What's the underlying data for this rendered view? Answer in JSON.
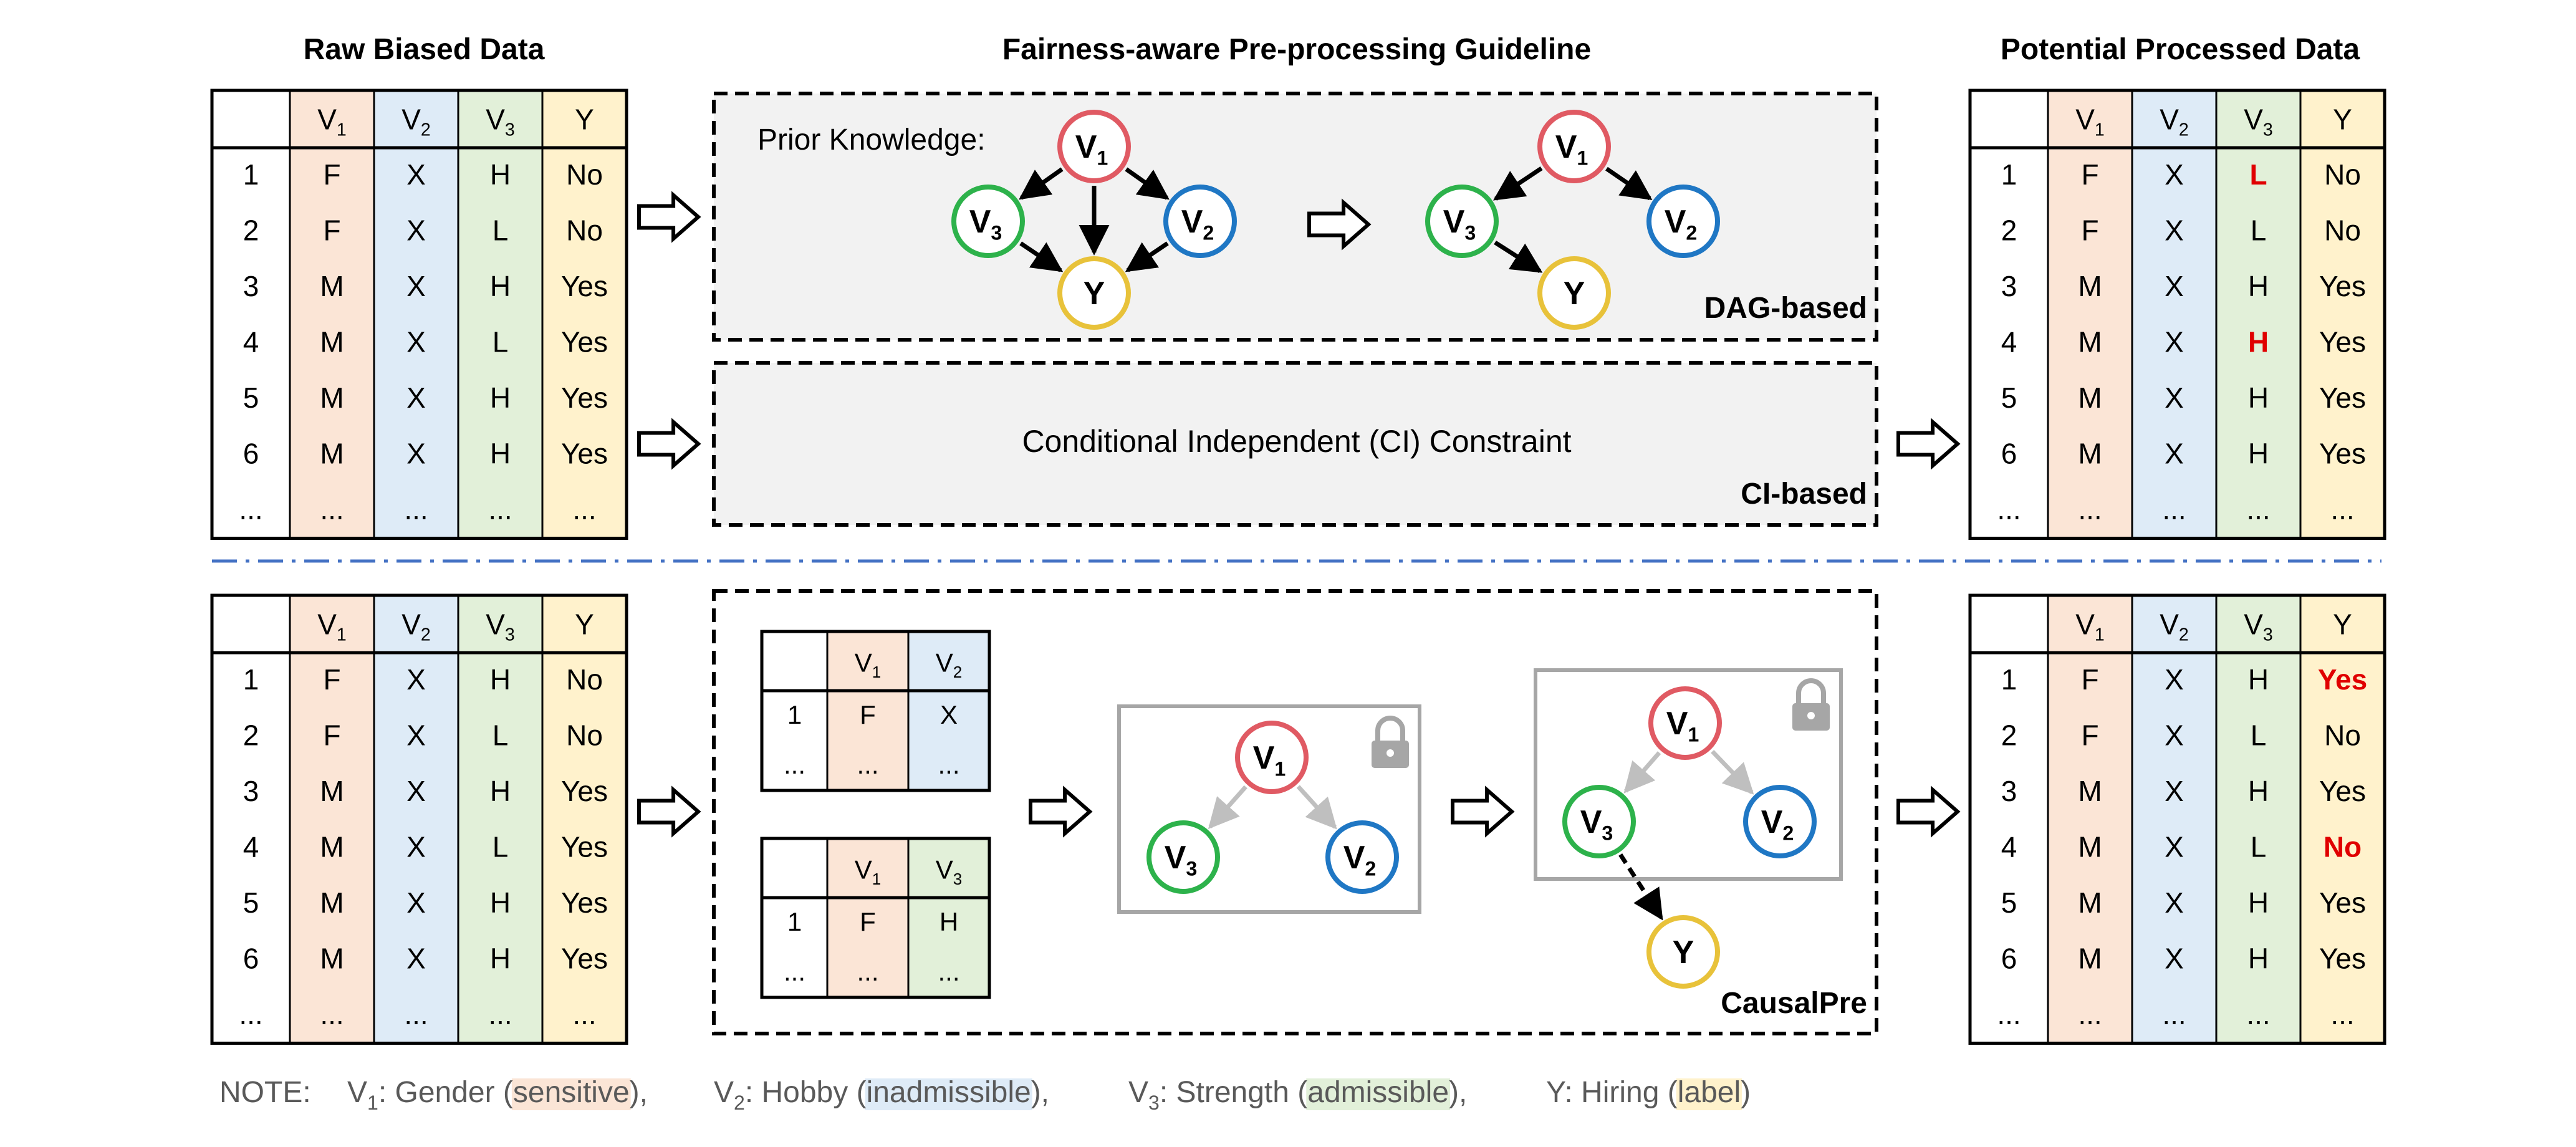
{
  "titles": {
    "left": "Raw Biased Data",
    "middle": "Fairness-aware Pre-processing Guideline",
    "right": "Potential Processed Data"
  },
  "colors": {
    "sensitive": "#FBE5D6",
    "inadmissible": "#DEEBF7",
    "admissible": "#E2F0D9",
    "label": "#FFF2CC",
    "node_v1": "#E05A63",
    "node_v2": "#1F77C4",
    "node_v3": "#2DB24B",
    "node_y": "#E8C23A",
    "highlight": "#E00000",
    "divider": "#4472C4",
    "box_fill": "#F2F2F2",
    "gray_edge": "#BFBFBF",
    "gray_frame": "#A6A6A6"
  },
  "columns": [
    {
      "main": "V",
      "sub": "1"
    },
    {
      "main": "V",
      "sub": "2"
    },
    {
      "main": "V",
      "sub": "3"
    },
    {
      "main": "Y",
      "sub": ""
    }
  ],
  "tables": {
    "raw_top": {
      "rows": [
        [
          "1",
          "F",
          "X",
          "H",
          "No"
        ],
        [
          "2",
          "F",
          "X",
          "L",
          "No"
        ],
        [
          "3",
          "M",
          "X",
          "H",
          "Yes"
        ],
        [
          "4",
          "M",
          "X",
          "L",
          "Yes"
        ],
        [
          "5",
          "M",
          "X",
          "H",
          "Yes"
        ],
        [
          "6",
          "M",
          "X",
          "H",
          "Yes"
        ],
        [
          "...",
          "...",
          "...",
          "...",
          "..."
        ]
      ]
    },
    "processed_top": {
      "rows": [
        [
          "1",
          "F",
          "X",
          "L",
          "No"
        ],
        [
          "2",
          "F",
          "X",
          "L",
          "No"
        ],
        [
          "3",
          "M",
          "X",
          "H",
          "Yes"
        ],
        [
          "4",
          "M",
          "X",
          "H",
          "Yes"
        ],
        [
          "5",
          "M",
          "X",
          "H",
          "Yes"
        ],
        [
          "6",
          "M",
          "X",
          "H",
          "Yes"
        ],
        [
          "...",
          "...",
          "...",
          "...",
          "..."
        ]
      ],
      "highlights": [
        [
          0,
          3
        ],
        [
          3,
          3
        ]
      ]
    },
    "raw_bottom": {
      "rows": [
        [
          "1",
          "F",
          "X",
          "H",
          "No"
        ],
        [
          "2",
          "F",
          "X",
          "L",
          "No"
        ],
        [
          "3",
          "M",
          "X",
          "H",
          "Yes"
        ],
        [
          "4",
          "M",
          "X",
          "L",
          "Yes"
        ],
        [
          "5",
          "M",
          "X",
          "H",
          "Yes"
        ],
        [
          "6",
          "M",
          "X",
          "H",
          "Yes"
        ],
        [
          "...",
          "...",
          "...",
          "...",
          "..."
        ]
      ]
    },
    "processed_bottom": {
      "rows": [
        [
          "1",
          "F",
          "X",
          "H",
          "Yes"
        ],
        [
          "2",
          "F",
          "X",
          "L",
          "No"
        ],
        [
          "3",
          "M",
          "X",
          "H",
          "Yes"
        ],
        [
          "4",
          "M",
          "X",
          "L",
          "No"
        ],
        [
          "5",
          "M",
          "X",
          "H",
          "Yes"
        ],
        [
          "6",
          "M",
          "X",
          "H",
          "Yes"
        ],
        [
          "...",
          "...",
          "...",
          "...",
          "..."
        ]
      ],
      "highlights": [
        [
          0,
          4
        ],
        [
          3,
          4
        ]
      ]
    },
    "mini_v1v2": {
      "columns": [
        {
          "main": "V",
          "sub": "1"
        },
        {
          "main": "V",
          "sub": "2"
        }
      ],
      "rows": [
        [
          "1",
          "F",
          "X"
        ],
        [
          "...",
          "...",
          "..."
        ]
      ]
    },
    "mini_v1v3": {
      "columns": [
        {
          "main": "V",
          "sub": "1"
        },
        {
          "main": "V",
          "sub": "3"
        }
      ],
      "rows": [
        [
          "1",
          "F",
          "H"
        ],
        [
          "...",
          "...",
          "..."
        ]
      ]
    }
  },
  "nodes": {
    "v1": {
      "main": "V",
      "sub": "1"
    },
    "v2": {
      "main": "V",
      "sub": "2"
    },
    "v3": {
      "main": "V",
      "sub": "3"
    },
    "y": {
      "main": "Y",
      "sub": ""
    }
  },
  "panels": {
    "dag": {
      "prior_knowledge": "Prior Knowledge:",
      "label": "DAG-based"
    },
    "ci": {
      "text": "Conditional Independent (CI) Constraint",
      "label": "CI-based"
    },
    "causal": {
      "label": "CausalPre"
    }
  },
  "note": {
    "prefix": "NOTE:",
    "items": [
      {
        "var": "V",
        "sub": "1",
        "desc": ": Gender (",
        "word": "sensitive",
        "end": "),",
        "color_key": "sensitive"
      },
      {
        "var": "V",
        "sub": "2",
        "desc": ": Hobby (",
        "word": "inadmissible",
        "end": "),",
        "color_key": "inadmissible"
      },
      {
        "var": "V",
        "sub": "3",
        "desc": ": Strength (",
        "word": "admissible",
        "end": "),",
        "color_key": "admissible"
      },
      {
        "var": "Y",
        "sub": "",
        "desc": ": Hiring (",
        "word": "label",
        "end": ")",
        "color_key": "label"
      }
    ]
  }
}
